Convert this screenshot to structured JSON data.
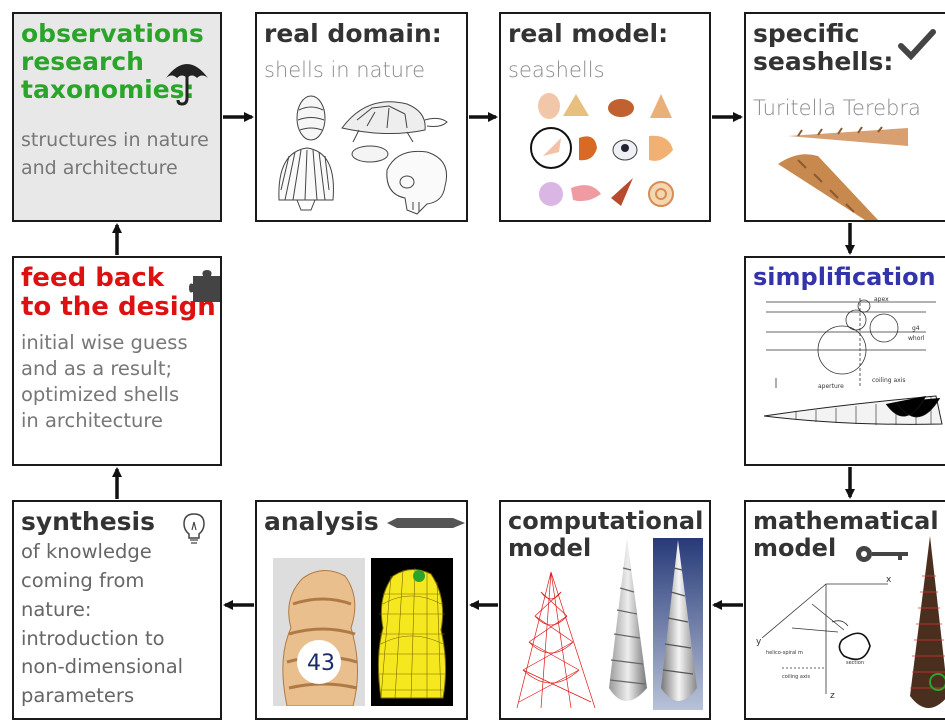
{
  "boxes": {
    "observations": {
      "title_lines": [
        "observations",
        "research",
        "taxonomies:"
      ],
      "body_lines": [
        "structures in nature",
        "and architecture"
      ],
      "icon": "umbrella-icon"
    },
    "real_domain": {
      "title": "real domain:",
      "subtitle": "shells in nature"
    },
    "real_model": {
      "title": "real model:",
      "subtitle": "seashells"
    },
    "specific": {
      "title_lines": [
        "specific",
        "seashells:"
      ],
      "subtitle": "Turitella Terebra",
      "icon": "checkmark-icon"
    },
    "simplification": {
      "title": "simplification",
      "diagram_labels": {
        "apex": "apex",
        "g4": "g4",
        "whorl": "whorl",
        "aperture": "aperture",
        "coiling_axis": "coiling axis"
      }
    },
    "feedback": {
      "title_lines": [
        "feed back",
        "to the design"
      ],
      "body_lines": [
        "initial wise guess",
        "and as a result;",
        "optimized shells",
        "in architecture"
      ],
      "icon": "puzzle-piece-icon"
    },
    "synthesis": {
      "title": "synthesis",
      "body_lines": [
        "of knowledge",
        "coming from",
        "nature:",
        "introduction to",
        "non-dimensional",
        "parameters"
      ],
      "icon": "lightbulb-icon"
    },
    "analysis": {
      "title": "analysis",
      "icon": "pen-icon",
      "photo_label": "43"
    },
    "computational": {
      "title_lines": [
        "computational",
        "model"
      ]
    },
    "mathematical": {
      "title_lines": [
        "mathematical",
        "model"
      ],
      "icon": "key-icon",
      "diagram_labels": {
        "x": "x",
        "y": "y",
        "z": "z",
        "section": "section",
        "coiling_axis": "coiling axis",
        "helix": "helico-spiral m"
      }
    }
  },
  "colors": {
    "green": "#2aa52a",
    "red": "#dd1111",
    "blue": "#3333aa",
    "text_dark": "#333333",
    "text_gray": "#8a8a8a",
    "box_shaded": "#e8e8e8"
  }
}
